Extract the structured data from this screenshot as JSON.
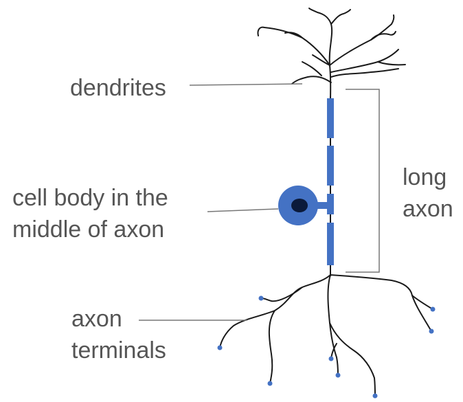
{
  "diagram": {
    "labels": {
      "dendrites": "dendrites",
      "cell_body_line1": "cell body in the",
      "cell_body_line2": "middle of axon",
      "axon_line1": "long",
      "axon_line2": "axon",
      "terminals_line1": "axon",
      "terminals_line2": "terminals"
    },
    "colors": {
      "neuron_blue": "#4472c4",
      "nucleus": "#0b1a3a",
      "branch": "#1a1a1a",
      "leader_line": "#777777",
      "label_text": "#555555"
    }
  }
}
